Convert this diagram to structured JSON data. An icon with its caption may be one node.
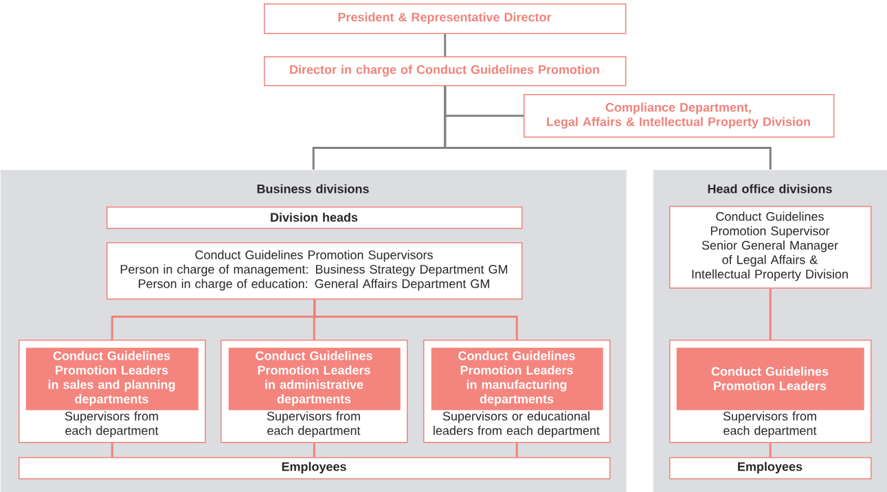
{
  "diagram": {
    "nodes": [
      {
        "text": [
          "President & Representative Director"
        ]
      },
      {
        "text": [
          "Director in charge of Conduct Guidelines Promotion"
        ]
      },
      {
        "text": [
          "Compliance Department,",
          "Legal Affairs & Intellectual Property Division"
        ]
      },
      {
        "text": [
          "Business divisions"
        ]
      },
      {
        "text": [
          "Division heads"
        ],
        "in": 3
      },
      {
        "text": [
          "Conduct Guidelines Promotion Supervisors",
          "Person in charge of management: Business Strategy Department GM",
          "Person in charge of education: General Affairs Department GM"
        ],
        "in": 3
      },
      {
        "text": [
          "Supervisors from each department"
        ],
        "in": 3
      },
      {
        "text": [
          "Conduct Guidelines Promotion Leaders in sales and planning departments"
        ],
        "in": 6
      },
      {
        "text": [
          "Supervisors from each department"
        ],
        "in": 3
      },
      {
        "text": [
          "Conduct Guidelines Promotion Leaders in administrative departments"
        ],
        "in": 8
      },
      {
        "text": [
          "Supervisors or educational leaders from each department"
        ],
        "in": 3
      },
      {
        "text": [
          "Conduct Guidelines Promotion Leaders in manufacturing departments"
        ],
        "in": 10
      },
      {
        "text": [
          "Employees"
        ],
        "in": 3
      },
      {
        "text": [
          "Head office divisions"
        ]
      },
      {
        "text": [
          "Conduct Guidelines Promotion Supervisor",
          "Senior General Manager of Legal Affairs & Intellectual Property Division"
        ],
        "in": 13
      },
      {
        "text": [
          "Supervisors from each department"
        ],
        "in": 13
      },
      {
        "text": [
          "Conduct Guidelines Promotion Leaders"
        ],
        "in": 15
      },
      {
        "text": [
          "Employees"
        ],
        "in": 13
      }
    ],
    "edges": [
      {
        "from": 0,
        "to": 1,
        "arrow": "none",
        "color": "#808080"
      },
      {
        "from": 1,
        "to": 2,
        "arrow": "none",
        "color": "#808080"
      },
      {
        "from": 1,
        "to": 3,
        "arrow": "none",
        "color": "#808080"
      },
      {
        "from": 1,
        "to": 13,
        "arrow": "none",
        "color": "#808080"
      },
      {
        "from": 5,
        "to": 6,
        "arrow": "none"
      },
      {
        "from": 5,
        "to": 8,
        "arrow": "none"
      },
      {
        "from": 5,
        "to": 10,
        "arrow": "none"
      },
      {
        "from": 6,
        "to": 12,
        "arrow": "none"
      },
      {
        "from": 8,
        "to": 12,
        "arrow": "none"
      },
      {
        "from": 10,
        "to": 12,
        "arrow": "none"
      },
      {
        "from": 14,
        "to": 15,
        "arrow": "none"
      },
      {
        "from": 15,
        "to": 17,
        "arrow": "none"
      }
    ]
  }
}
